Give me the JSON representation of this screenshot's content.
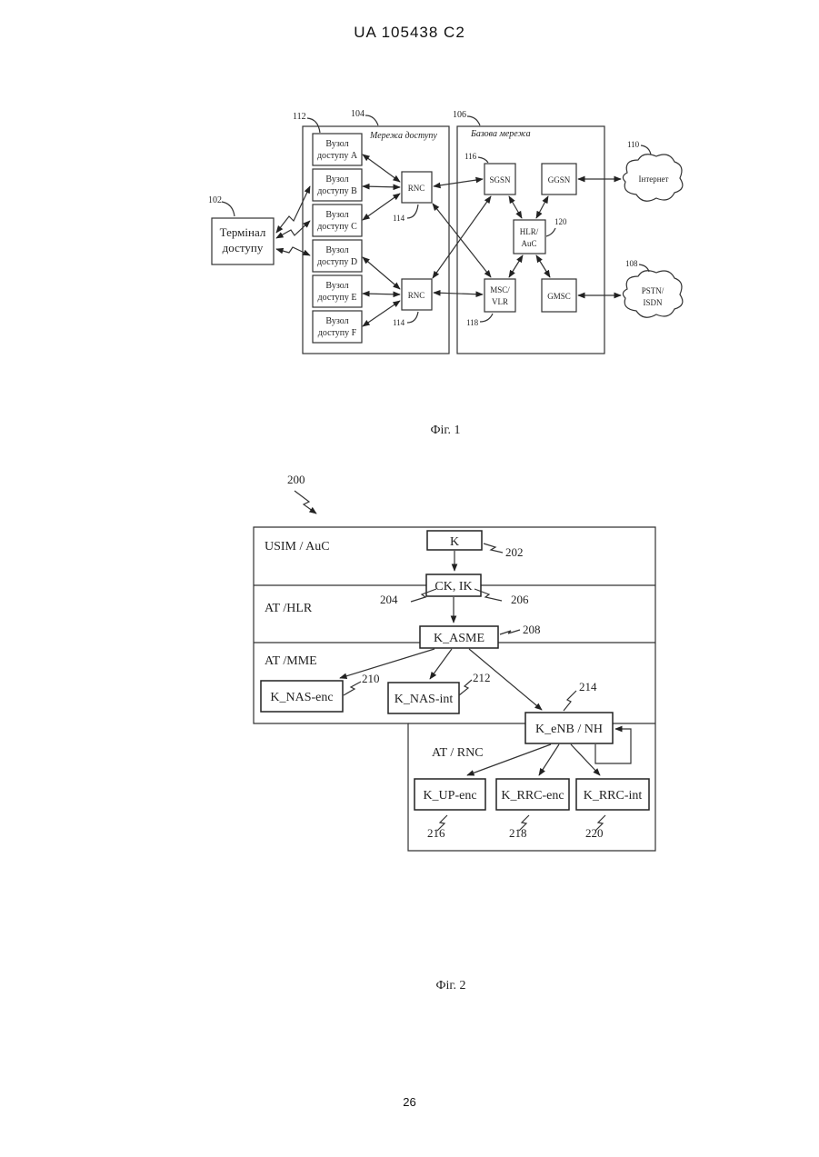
{
  "header": "UA   105438   C2",
  "page_number": "26",
  "fig1": {
    "caption": "Фіг. 1",
    "access_network": {
      "ref": "104",
      "label": "Мережа доступу"
    },
    "core_network": {
      "ref": "106",
      "label": "Базова мережа"
    },
    "terminal": {
      "ref": "102",
      "line1": "Термінал",
      "line2": "доступу"
    },
    "nodes_ref": "112",
    "nodes": [
      {
        "line1": "Вузол",
        "line2": "доступу A"
      },
      {
        "line1": "Вузол",
        "line2": "доступу B"
      },
      {
        "line1": "Вузол",
        "line2": "доступу C"
      },
      {
        "line1": "Вузол",
        "line2": "доступу D"
      },
      {
        "line1": "Вузол",
        "line2": "доступу E"
      },
      {
        "line1": "Вузол",
        "line2": "доступу F"
      }
    ],
    "rnc_label": "RNC",
    "rnc_ref": "114",
    "sgsn": {
      "label": "SGSN",
      "ref": "116"
    },
    "ggsn": {
      "label": "GGSN"
    },
    "hlr": {
      "line1": "HLR/",
      "line2": "AuC",
      "ref": "120"
    },
    "msc": {
      "line1": "MSC/",
      "line2": "VLR",
      "ref": "118"
    },
    "gmsc": {
      "label": "GMSC"
    },
    "internet": {
      "label": "Інтернет",
      "ref": "110"
    },
    "pstn": {
      "line1": "PSTN/",
      "line2": "ISDN",
      "ref": "108"
    }
  },
  "fig2": {
    "caption": "Фіг. 2",
    "ref": "200",
    "layers": {
      "usim": "USIM / AuC",
      "hlr": "AT /HLR",
      "mme": "AT /MME",
      "rnc": "AT / RNC"
    },
    "k": {
      "label": "K",
      "ref": "202"
    },
    "ckik": {
      "label": "CK, IK",
      "ref_left": "204",
      "ref_right": "206"
    },
    "kasme": {
      "label": "K_ASME",
      "ref": "208"
    },
    "knasenc": {
      "label": "K_NAS-enc",
      "ref": "210"
    },
    "knasint": {
      "label": "K_NAS-int",
      "ref": "212"
    },
    "kenb": {
      "label": "K_eNB / NH",
      "ref": "214"
    },
    "kupenc": {
      "label": "K_UP-enc",
      "ref": "216"
    },
    "krrcenc": {
      "label": "K_RRC-enc",
      "ref": "218"
    },
    "krrcint": {
      "label": "K_RRC-int",
      "ref": "220"
    }
  }
}
